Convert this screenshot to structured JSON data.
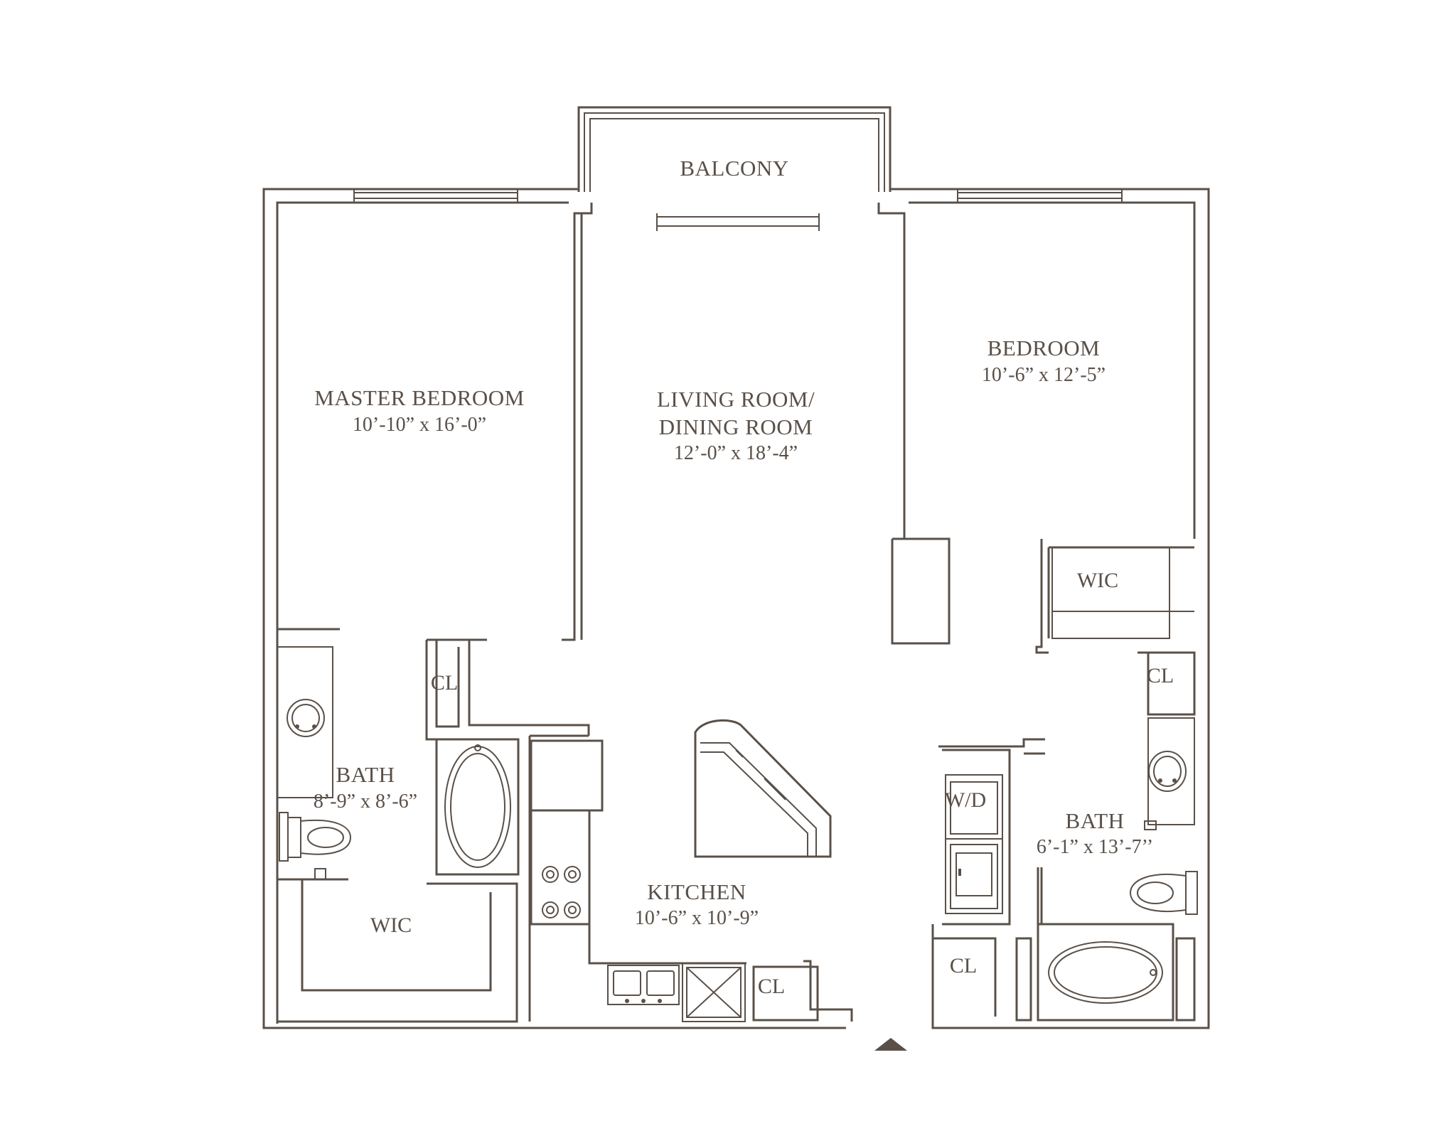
{
  "rooms": {
    "balcony": {
      "name": "BALCONY"
    },
    "master_bedroom": {
      "name": "MASTER BEDROOM",
      "dim": "10’-10” x 16’-0”"
    },
    "living_room": {
      "name_line1": "LIVING ROOM/",
      "name_line2": "DINING ROOM",
      "dim": "12’-0” x 18’-4”"
    },
    "bedroom": {
      "name": "BEDROOM",
      "dim": "10’-6” x 12’-5”"
    },
    "master_bath": {
      "name": "BATH",
      "dim": "8’-9” x 8’-6”"
    },
    "master_wic": {
      "name": "WIC"
    },
    "master_cl": {
      "name": "CL"
    },
    "kitchen": {
      "name": "KITCHEN",
      "dim": "10’-6” x 10’-9”"
    },
    "kitchen_cl": {
      "name": "CL"
    },
    "bedroom_wic": {
      "name": "WIC"
    },
    "bedroom_cl": {
      "name": "CL"
    },
    "laundry": {
      "name": "W/D"
    },
    "hall_cl": {
      "name": "CL"
    },
    "bath2": {
      "name": "BATH",
      "dim": "6’-1” x 13’-7’’"
    }
  },
  "colors": {
    "line": "#5a5048",
    "background": "#ffffff"
  },
  "icons": [
    "entry-arrow-icon",
    "sink-icon",
    "toilet-icon",
    "bathtub-icon",
    "stove-icon",
    "dishwasher-icon",
    "double-sink-icon",
    "sofa-icon",
    "washer-icon",
    "dryer-icon"
  ]
}
